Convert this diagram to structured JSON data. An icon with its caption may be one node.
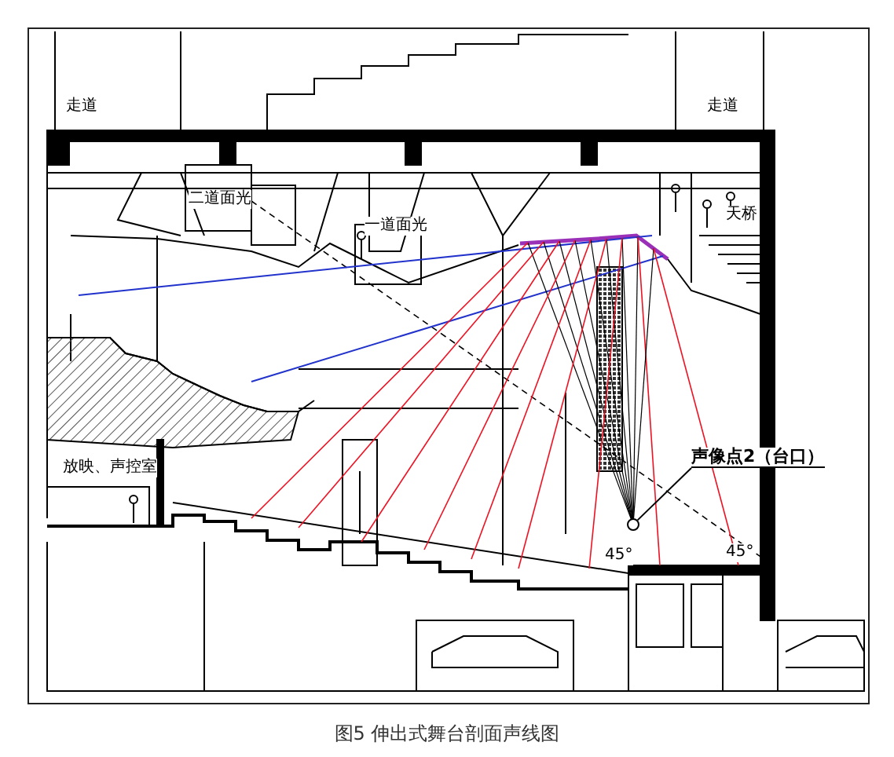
{
  "diagram": {
    "caption": "图5 伸出式舞台剖面声线图",
    "nodes": [
      {
        "text": [
          "声像点2（台口）"
        ]
      },
      {
        "text": [],
        "shape": "circle"
      }
    ],
    "edges": [
      {
        "from": 0,
        "to": 1,
        "arrow": "none"
      }
    ],
    "labels": [
      "走道",
      "走道",
      "二道面光",
      "一道面光",
      "天桥",
      "放映、声控室",
      "45°",
      "45°"
    ]
  }
}
